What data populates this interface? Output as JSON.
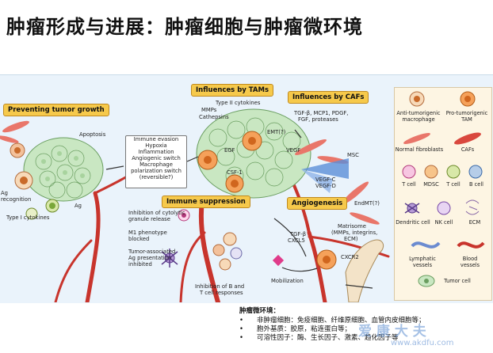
{
  "title": "肿瘤形成与进展：肿瘤细胞与肿瘤微环境",
  "labels": {
    "preventing": "Preventing tumor growth",
    "tams": "Influences by TAMs",
    "cafs": "Influences by CAFs",
    "immune": "Immune suppression",
    "angio": "Angiogenesis"
  },
  "annotations": {
    "apoptosis": "Apoptosis",
    "ag_line1": "Ag",
    "ag_line2": "recognition",
    "ag2": "Ag",
    "type1": "Type I cytokines",
    "type2": "Type II cytokines",
    "mmps": "MMPs",
    "cathepsins": "Cathepsins",
    "egf": "EGF",
    "csf1": "CSF-1",
    "emt": "EMT(?)",
    "tgf_line1": "TGF-β, MCP1, PDGF,",
    "tgf_line2": "FGF, proteases",
    "vegf": "VEGF",
    "msc": "MSC",
    "vegfc_line1": "VEGF-C",
    "vegfc_line2": "VEGF-D",
    "endmt": "EndMT(?)",
    "matrisome_line1": "Matrisome",
    "matrisome_line2": "(MMPs, integrins,",
    "matrisome_line3": "ECM)",
    "tgfb_line1": "TGF-β",
    "tgfb_line2": "CXCL5",
    "cxcr2": "CXCR2",
    "mobilization": "Mobilization",
    "inhib1_line1": "Inhibition of cytolytic",
    "inhib1_line2": "granule release",
    "m1_line1": "M1 phenotype",
    "m1_line2": "blocked",
    "tag_line1": "Tumor-associated",
    "tag_line2": "Ag presentation",
    "tag_line3": "inhibited",
    "inhibB_line1": "Inhibition of B and",
    "inhibB_line2": "T cell responses"
  },
  "mid_box": [
    "Immune evasion",
    "Hypoxia",
    "Inflammation",
    "Angiogenic switch",
    "Macrophage",
    "polarization switch",
    "(reversible?)"
  ],
  "legend": {
    "anti_line1": "Anti-tumorigenic",
    "anti_line2": "macrophage",
    "pro_line1": "Pro-tumorigenic",
    "pro_line2": "TAM",
    "fibro": "Normal fibroblasts",
    "cafs": "CAFs",
    "treg": "T   cell",
    "mdsc": "MDSC",
    "tcell": "T cell",
    "bcell": "B cell",
    "dendritic": "Dendritic cell",
    "nk": "NK cell",
    "ecm": "ECM",
    "lymph_line1": "Lymphatic",
    "lymph_line2": "vessels",
    "blood_line1": "Blood",
    "blood_line2": "vessels",
    "tumor": "Tumor cell"
  },
  "notes": {
    "title": "肿瘤微环境：",
    "bullet": "•",
    "item1": "非肿瘤细胞：免疫细胞、纤维原细胞、血管内皮细胞等；",
    "item2": "胞外基质：胶原，粘连蛋白等；",
    "item3": "可溶性因子：酶、生长因子、激素、趋化因子等"
  },
  "watermark": {
    "main": "爱 康 大 夫",
    "sub": "www.akdfu.com"
  },
  "colors": {
    "vessel": "#c8342c",
    "tumor_cell": "#c9e7c2",
    "tam": "#f08a3c",
    "label_fill": "#f6c94b"
  }
}
